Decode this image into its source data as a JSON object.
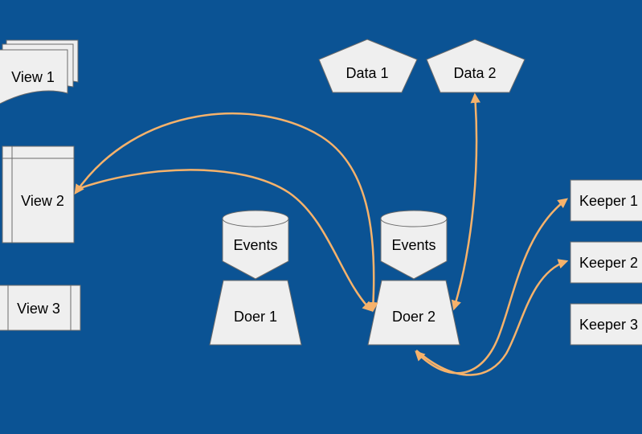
{
  "colors": {
    "background": "#0b5394",
    "shape_fill": "#efefef",
    "shape_stroke": "#6b6b6b",
    "connector": "#f6b26b"
  },
  "nodes": {
    "view1": "View 1",
    "view2": "View 2",
    "view3": "View 3",
    "data1": "Data 1",
    "data2": "Data 2",
    "events1": "Events",
    "events2": "Events",
    "doer1": "Doer 1",
    "doer2": "Doer 2",
    "keeper1": "Keeper 1",
    "keeper2": "Keeper 2",
    "keeper3": "Keeper 3"
  }
}
